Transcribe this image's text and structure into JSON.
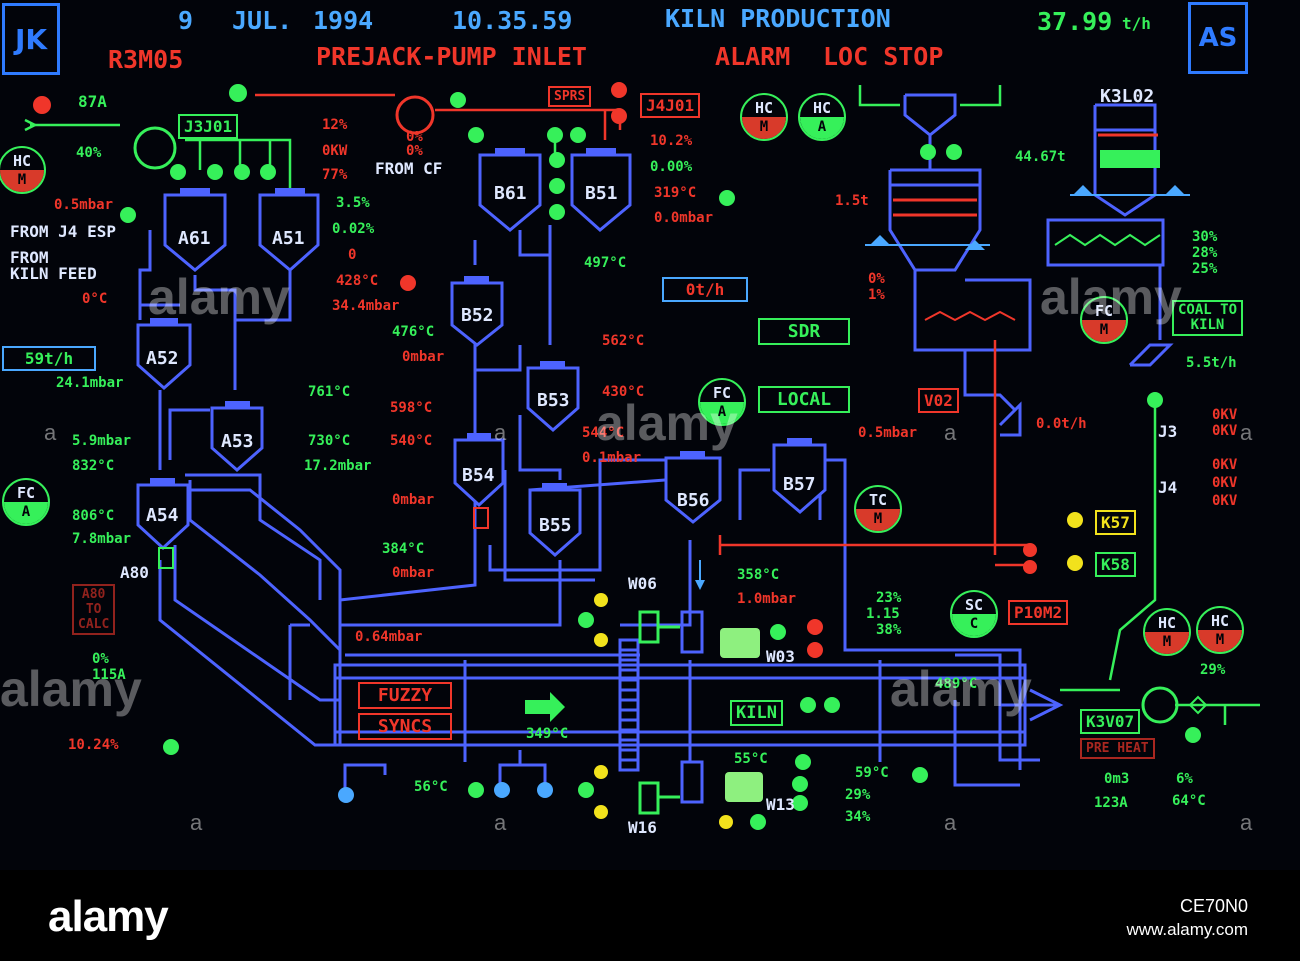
{
  "header": {
    "logo_left": "JK",
    "logo_right": "AS",
    "date_day": "9",
    "date_month": "JUL.",
    "date_year": "1994",
    "time": "10.35.59",
    "title": "KILN PRODUCTION",
    "production_rate": "37.99",
    "production_unit": "t/h",
    "screen_code": "R3M05",
    "subtitle": "PREJACK-PUMP INLET",
    "alarm_label": "ALARM",
    "loc_stop": "LOC STOP"
  },
  "vessels": {
    "a61": "A61",
    "a51": "A51",
    "a52": "A52",
    "a53": "A53",
    "a54": "A54",
    "b61": "B61",
    "b51": "B51",
    "b52": "B52",
    "b53": "B53",
    "b54": "B54",
    "b55": "B55",
    "b56": "B56",
    "b57": "B57"
  },
  "equipment_tags": {
    "j3j01": "J3J01",
    "j4j01": "J4J01",
    "sprs": "SPRS",
    "k3l02": "K3L02",
    "k57": "K57",
    "k58": "K58",
    "k3v07": "K3V07",
    "pre_heat": "PRE HEAT",
    "p10m2": "P10M2",
    "v02": "V02",
    "sdr": "SDR",
    "local": "LOCAL",
    "kiln": "KILN",
    "fuzzy": "FUZZY",
    "syncs": "SYNCS",
    "coal_to_kiln_1": "COAL TO",
    "coal_to_kiln_2": "KILN",
    "a80_box_1": "A80",
    "a80_box_2": "TO",
    "a80_box_3": "CALC",
    "flow_box": "0t/h",
    "flow_box_left": "59t/h"
  },
  "controllers": {
    "hc_left": {
      "top": "HC",
      "bottom": "M"
    },
    "hc_top1": {
      "top": "HC",
      "bottom": "M"
    },
    "hc_top2": {
      "top": "HC",
      "bottom": "A"
    },
    "fc_left": {
      "top": "FC",
      "bottom": "A"
    },
    "fc_mid": {
      "top": "FC",
      "bottom": "A"
    },
    "tc_mid": {
      "top": "TC",
      "bottom": "M"
    },
    "sc_mid": {
      "top": "SC",
      "bottom": "C"
    },
    "fc_right": {
      "top": "FC",
      "bottom": "M"
    },
    "hc_br1": {
      "top": "HC",
      "bottom": "M"
    },
    "hc_br2": {
      "top": "HC",
      "bottom": "M"
    }
  },
  "labels": {
    "from_j4_esp": "FROM J4 ESP",
    "from_kiln_feed_1": "FROM",
    "from_kiln_feed_2": "KILN FEED",
    "from_cf": "FROM CF",
    "a80": "A80",
    "w06": "W06",
    "w03": "W03",
    "w13": "W13",
    "w16": "W16",
    "j3": "J3",
    "j4": "J4"
  },
  "readings": {
    "r_87a": "87A",
    "r_40pct": "40%",
    "r_05mbar": "0.5mbar",
    "r_0c_left": "0°C",
    "r_241mbar": "24.1mbar",
    "r_59mbar": "5.9mbar",
    "r_832c": "832°C",
    "r_806c": "806°C",
    "r_78mbar": "7.8mbar",
    "r_0pct_left": "0%",
    "r_115a": "115A",
    "r_1024pct": "10.24%",
    "r_12pct": "12%",
    "r_0kw": "0KW",
    "r_77pct": "77%",
    "r_0pct_top": "0%",
    "r_0pct_top2": "0%",
    "r_35pct": "3.5%",
    "r_002pct": "0.02%",
    "r_0": "0",
    "r_428c": "428°C",
    "r_344mbar": "34.4mbar",
    "r_476c": "476°C",
    "r_0mbar_1": "0mbar",
    "r_761c": "761°C",
    "r_730c": "730°C",
    "r_172mbar": "17.2mbar",
    "r_598c": "598°C",
    "r_540c": "540°C",
    "r_0mbar_2": "0mbar",
    "r_384c": "384°C",
    "r_0mbar_3": "0mbar",
    "r_064mbar": "0.64mbar",
    "r_102pct": "10.2%",
    "r_000pct": "0.00%",
    "r_319c": "319°C",
    "r_0mbar_4": "0.0mbar",
    "r_497c": "497°C",
    "r_562c": "562°C",
    "r_430c": "430°C",
    "r_544c": "544°C",
    "r_01mbar": "0.1mbar",
    "r_358c": "358°C",
    "r_10mbar": "1.0mbar",
    "r_349c": "349°C",
    "r_56c": "56°C",
    "r_55c": "55°C",
    "r_59c": "59°C",
    "r_29pct": "29%",
    "r_34pct": "34%",
    "r_15t": "1.5t",
    "r_0pct_r": "0%",
    "r_1pct_r": "1%",
    "r_4467t": "44.67t",
    "r_05mbar_r": "0.5mbar",
    "r_00th": "0.0t/h",
    "r_23pct": "23%",
    "r_115": "1.15",
    "r_38pct": "38%",
    "r_489c": "489°C",
    "r_30pct": "30%",
    "r_28pct": "28%",
    "r_25pct": "25%",
    "r_55th": "5.5t/h",
    "r_29pct_r": "29%",
    "r_0m3": "0m3",
    "r_123a": "123A",
    "r_6pct": "6%",
    "r_64c": "64°C",
    "r_kv1": "0KV",
    "r_kv2": "0KV",
    "r_kv3": "0KV",
    "r_kv4": "0KV",
    "r_kv5": "0KV"
  },
  "footer": {
    "brand": "alamy",
    "image_ref": "CE70N0",
    "site": "www.alamy.com",
    "watermark": "alamy",
    "watermark_letter": "a"
  },
  "colors": {
    "background": "#02040a",
    "pipe_blue": "#4d63ff",
    "green": "#36f05a",
    "red": "#f0362a",
    "cyan": "#4aa8ff",
    "yellow": "#f2e21c"
  }
}
